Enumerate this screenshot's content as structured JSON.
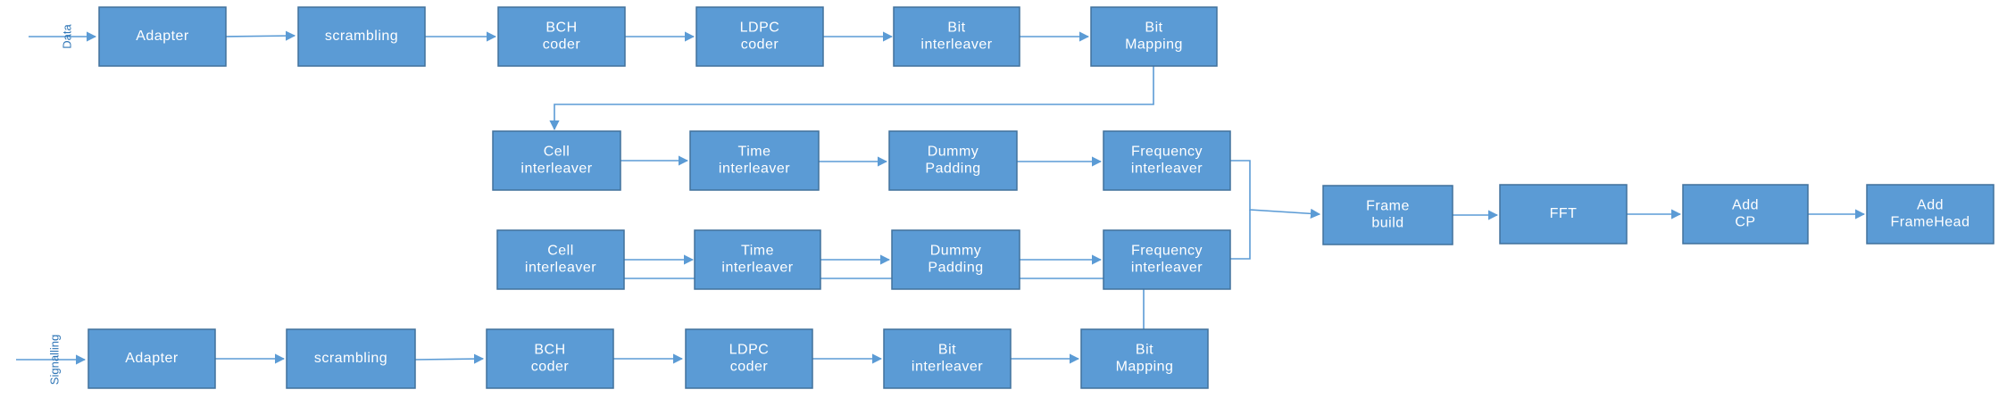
{
  "colors": {
    "block_fill": "#5b9bd5",
    "block_stroke": "#41719c",
    "line": "#5b9bd5",
    "text": "#ffffff",
    "input_label": "#2e75b6"
  },
  "inputs": {
    "data": "Data",
    "signalling": "Signalling"
  },
  "data_chain": {
    "adapter": [
      "Adapter"
    ],
    "scrambling": [
      "scrambling"
    ],
    "bch": [
      "BCH",
      "coder"
    ],
    "ldpc": [
      "LDPC",
      "coder"
    ],
    "bit_interleaver": [
      "Bit",
      "interleaver"
    ],
    "bit_mapping": [
      "Bit",
      "Mapping"
    ]
  },
  "data_interleave": {
    "cell": [
      "Cell",
      "interleaver"
    ],
    "time": [
      "Time",
      "interleaver"
    ],
    "dummy": [
      "Dummy",
      "Padding"
    ],
    "freq": [
      "Frequency",
      "interleaver"
    ]
  },
  "sig_interleave": {
    "cell": [
      "Cell",
      "interleaver"
    ],
    "time": [
      "Time",
      "interleaver"
    ],
    "dummy": [
      "Dummy",
      "Padding"
    ],
    "freq": [
      "Frequency",
      "interleaver"
    ]
  },
  "sig_chain": {
    "adapter": [
      "Adapter"
    ],
    "scrambling": [
      "scrambling"
    ],
    "bch": [
      "BCH",
      "coder"
    ],
    "ldpc": [
      "LDPC",
      "coder"
    ],
    "bit_interleaver": [
      "Bit",
      "interleaver"
    ],
    "bit_mapping": [
      "Bit",
      "Mapping"
    ]
  },
  "output_chain": {
    "frame_build": [
      "Frame",
      "build"
    ],
    "fft": [
      "FFT"
    ],
    "add_cp": [
      "Add",
      "CP"
    ],
    "add_framehead": [
      "Add",
      "FrameHead"
    ]
  }
}
